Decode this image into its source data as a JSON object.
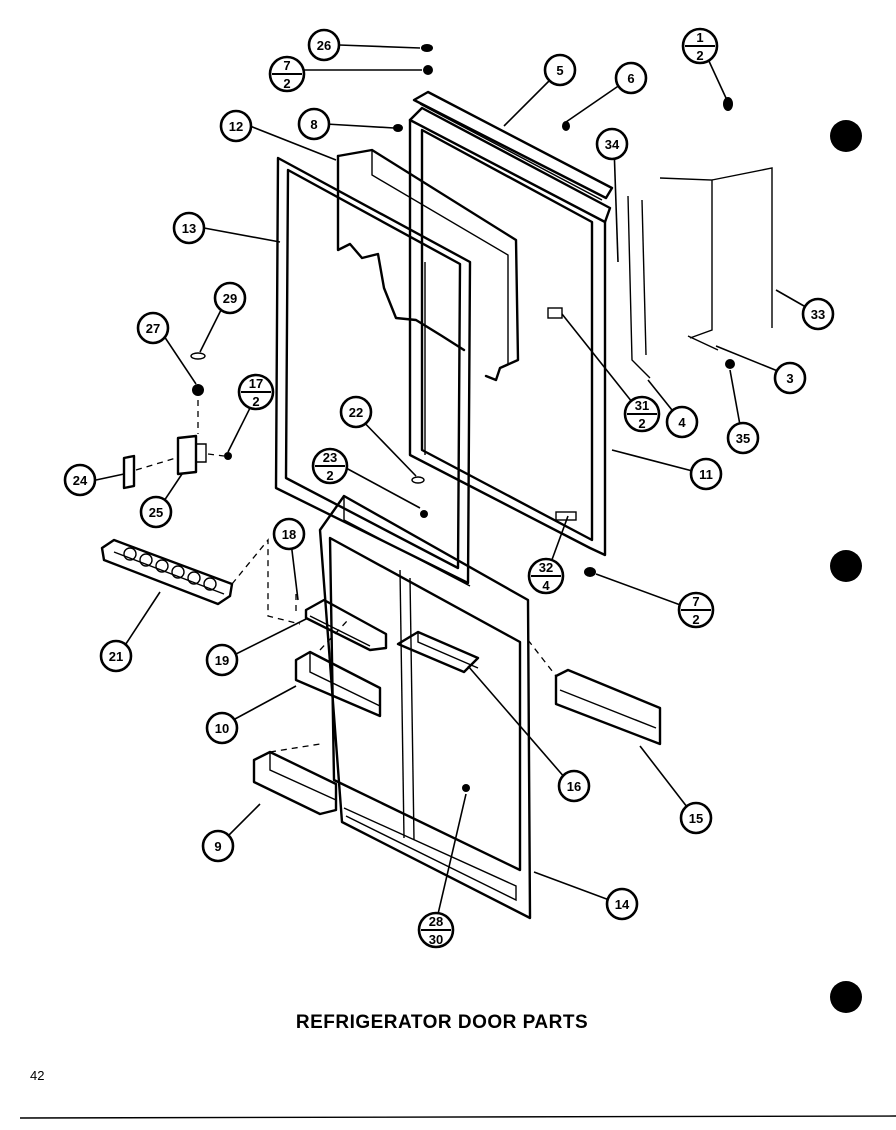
{
  "title": "REFRIGERATOR DOOR PARTS",
  "page_number": "42",
  "callouts": [
    {
      "id": "c26",
      "top": "26"
    },
    {
      "id": "c7a",
      "top": "7",
      "bottom": "2"
    },
    {
      "id": "c5",
      "top": "5"
    },
    {
      "id": "c6",
      "top": "6"
    },
    {
      "id": "c1",
      "top": "1",
      "bottom": "2"
    },
    {
      "id": "c8",
      "top": "8"
    },
    {
      "id": "c12",
      "top": "12"
    },
    {
      "id": "c34",
      "top": "34"
    },
    {
      "id": "c13",
      "top": "13"
    },
    {
      "id": "c29",
      "top": "29"
    },
    {
      "id": "c27",
      "top": "27"
    },
    {
      "id": "c33",
      "top": "33"
    },
    {
      "id": "c3",
      "top": "3"
    },
    {
      "id": "c17",
      "top": "17",
      "bottom": "2"
    },
    {
      "id": "c22",
      "top": "22"
    },
    {
      "id": "c31",
      "top": "31",
      "bottom": "2"
    },
    {
      "id": "c4",
      "top": "4"
    },
    {
      "id": "c35",
      "top": "35"
    },
    {
      "id": "c23",
      "top": "23",
      "bottom": "2"
    },
    {
      "id": "c24",
      "top": "24"
    },
    {
      "id": "c25",
      "top": "25"
    },
    {
      "id": "c11",
      "top": "11"
    },
    {
      "id": "c18",
      "top": "18"
    },
    {
      "id": "c32",
      "top": "32",
      "bottom": "4"
    },
    {
      "id": "c7b",
      "top": "7",
      "bottom": "2"
    },
    {
      "id": "c21",
      "top": "21"
    },
    {
      "id": "c19",
      "top": "19"
    },
    {
      "id": "c10",
      "top": "10"
    },
    {
      "id": "c16",
      "top": "16"
    },
    {
      "id": "c15",
      "top": "15"
    },
    {
      "id": "c9",
      "top": "9"
    },
    {
      "id": "c14",
      "top": "14"
    },
    {
      "id": "c28",
      "top": "28",
      "bottom": "30"
    }
  ]
}
